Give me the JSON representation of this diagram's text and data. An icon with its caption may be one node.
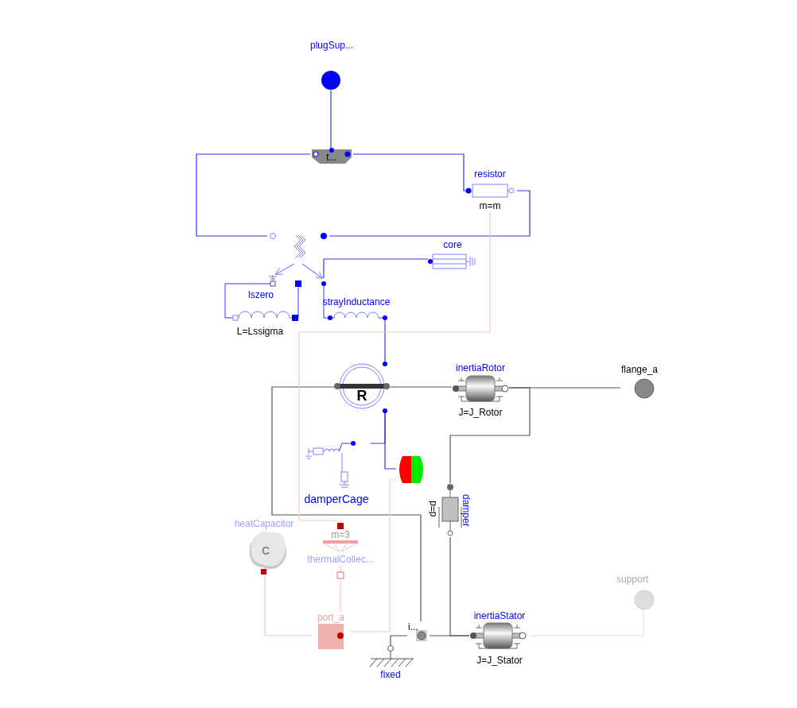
{
  "diagram": {
    "nodes": [
      {
        "text": [
          "plugSup..."
        ]
      },
      {
        "text": [
          "t..."
        ]
      },
      {
        "text": [
          "resistor",
          "m=m"
        ]
      },
      {
        "text": [],
        "shape": "coil"
      },
      {
        "text": [
          "core"
        ]
      },
      {
        "text": [
          "lszero",
          "L=Lssigma"
        ]
      },
      {
        "text": [
          "strayInductance"
        ]
      },
      {
        "text": [
          "R"
        ]
      },
      {
        "text": [
          "inertiaRotor",
          "J=J_Rotor"
        ]
      },
      {
        "text": [
          "flange_a"
        ]
      },
      {
        "text": [
          "damperCage"
        ]
      },
      {
        "text": [],
        "shape": "cylinder"
      },
      {
        "text": [
          "damper",
          "d=d"
        ]
      },
      {
        "text": [
          "heatCapacitor",
          "C"
        ]
      },
      {
        "text": [
          "m=3",
          "thermalCollec..."
        ]
      },
      {
        "text": [
          "port_a"
        ]
      },
      {
        "text": [
          "fixed"
        ]
      },
      {
        "text": [
          "inertiaStator",
          "J=J_Stator"
        ]
      },
      {
        "text": [
          "support"
        ]
      },
      {
        "text": [
          "i..."
        ]
      }
    ],
    "edges": [
      {
        "from": 0,
        "to": 1,
        "arrow": "none"
      },
      {
        "from": 1,
        "to": 3,
        "arrow": "none"
      },
      {
        "from": 1,
        "to": 2,
        "arrow": "none"
      },
      {
        "from": 2,
        "to": 3,
        "arrow": "none"
      },
      {
        "from": 3,
        "to": 5,
        "arrow": "to",
        "color": "#8080ff"
      },
      {
        "from": 3,
        "to": 6,
        "arrow": "to",
        "color": "#8080ff"
      },
      {
        "from": 6,
        "to": 4,
        "arrow": "none"
      },
      {
        "from": 6,
        "to": 7,
        "arrow": "none"
      },
      {
        "from": 7,
        "to": 8,
        "arrow": "none",
        "color": "#555555"
      },
      {
        "from": 8,
        "to": 9,
        "arrow": "none",
        "color": "#555555"
      },
      {
        "from": 8,
        "to": 12,
        "arrow": "none",
        "color": "#555555"
      },
      {
        "from": 7,
        "to": 19,
        "arrow": "none",
        "color": "#555555"
      },
      {
        "from": 12,
        "to": 17,
        "arrow": "none",
        "color": "#555555"
      },
      {
        "from": 19,
        "to": 17,
        "arrow": "none",
        "color": "#555555"
      },
      {
        "from": 19,
        "to": 16,
        "arrow": "none",
        "color": "#555555"
      },
      {
        "from": 17,
        "to": 18,
        "arrow": "none",
        "color": "#dddddd"
      },
      {
        "from": 7,
        "to": 10,
        "arrow": "none"
      },
      {
        "from": 7,
        "to": 11,
        "arrow": "none"
      },
      {
        "from": 2,
        "to": 14,
        "arrow": "none",
        "color": "#f6c8c8"
      },
      {
        "from": 11,
        "to": 15,
        "arrow": "none",
        "color": "#f6c8c8"
      },
      {
        "from": 13,
        "to": 15,
        "arrow": "none",
        "color": "#f6c8c8"
      },
      {
        "from": 14,
        "to": 15,
        "arrow": "none",
        "color": "#f6c8c8"
      }
    ]
  }
}
